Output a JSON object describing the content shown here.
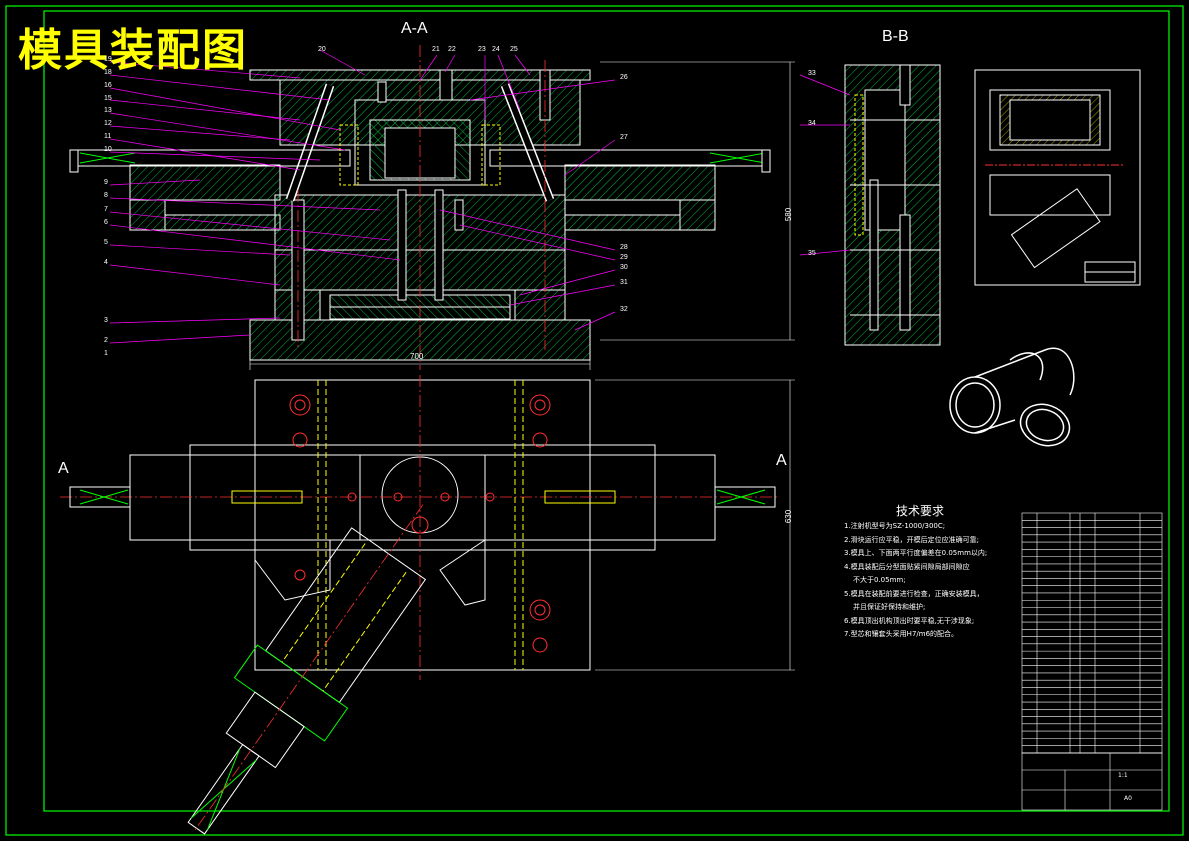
{
  "title": "模具装配图",
  "views": {
    "section_aa": "A-A",
    "section_bb": "B-B",
    "cut_mark_left": "A",
    "cut_mark_right": "A"
  },
  "dimensions": {
    "overall_width": "700",
    "overall_height": "580",
    "plan_height": "630"
  },
  "callouts_left": [
    "19",
    "18",
    "16",
    "15",
    "13",
    "12",
    "11",
    "10",
    "9",
    "8",
    "7",
    "6",
    "5",
    "4",
    "3",
    "2",
    "1"
  ],
  "callouts_top": [
    "20",
    "21",
    "22",
    "23",
    "24",
    "25"
  ],
  "callouts_right": [
    "26",
    "27",
    "28",
    "29",
    "30",
    "31",
    "32"
  ],
  "callouts_bb": [
    "33",
    "34",
    "35"
  ],
  "technical_requirements": {
    "heading": "技术要求",
    "items": [
      "1.注射机型号为SZ-1000/300C;",
      "2.滑块运行应平稳，开模后定位应准确可靠;",
      "3.模具上、下面两平行度偏差在0.05mm以内;",
      "4.模具装配后分型面贴紧间隙局部间隙应",
      "不大于0.05mm;",
      "5.模具在装配前要进行检查，正确安装模具，",
      "并且保证好保持和维护;",
      "6.模具顶出机构顶出时要平稳,无干涉现象;",
      "7.型芯和镶套头采用H7/m6的配合。"
    ]
  },
  "colors": {
    "outline": "#ffffff",
    "hatch": "#00cc44",
    "leader": "#ff00ff",
    "centerline": "#ff3030",
    "hidden": "#ffff00",
    "border": "#00ff00",
    "title_text": "#ffff00"
  },
  "title_block": {
    "scale": "1:1",
    "sheet": "A0"
  }
}
